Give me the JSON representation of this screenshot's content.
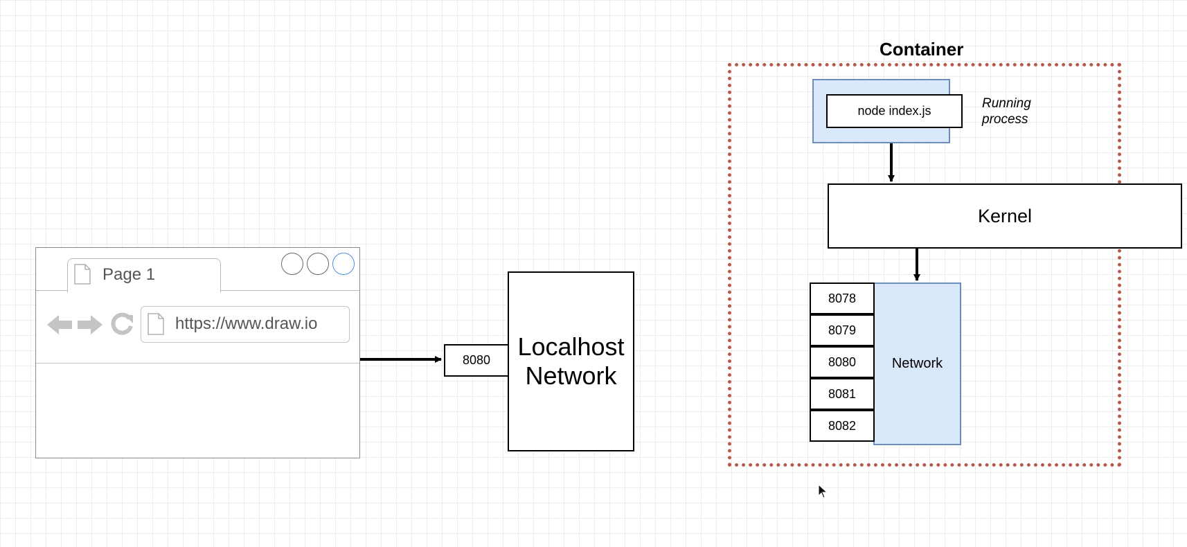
{
  "browser": {
    "tab_label": "Page 1",
    "url": "https://www.draw.io",
    "icons": [
      "page-icon",
      "back-arrow-icon",
      "forward-arrow-icon",
      "reload-icon",
      "minimize-icon",
      "maximize-icon",
      "close-icon"
    ]
  },
  "localhost": {
    "port": "8080",
    "label_line1": "Localhost",
    "label_line2": "Network"
  },
  "container": {
    "title": "Container",
    "process": "node index.js",
    "process_note_line1": "Running",
    "process_note_line2": "process",
    "kernel": "Kernel",
    "network": "Network",
    "ports": [
      "8078",
      "8079",
      "8080",
      "8081",
      "8082"
    ]
  },
  "colors": {
    "container_border": "#b55a4d",
    "blue_fill": "#dae8fc",
    "blue_stroke": "#6c8ebf",
    "active_window_button": "#4a90d9"
  }
}
